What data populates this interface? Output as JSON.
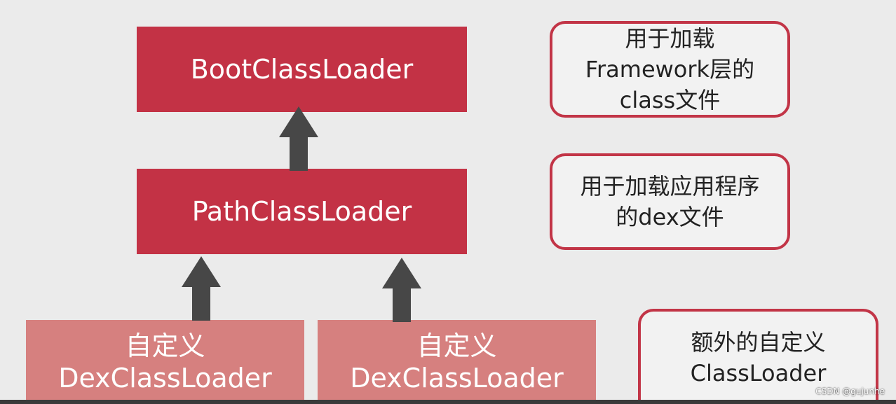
{
  "loaders": {
    "boot": "BootClassLoader",
    "path": "PathClassLoader",
    "dex1": {
      "line1": "自定义",
      "line2": "DexClassLoader"
    },
    "dex2": {
      "line1": "自定义",
      "line2": "DexClassLoader"
    }
  },
  "notes": {
    "boot": {
      "line1": "用于加载",
      "line2": "Framework层的",
      "line3": "class文件"
    },
    "path": {
      "line1": "用于加载应用程序",
      "line2": "的dex文件"
    },
    "custom": {
      "line1": "额外的自定义",
      "line2": "ClassLoader"
    }
  },
  "watermark": "CSDN @gujunhe",
  "colors": {
    "primary_box": "#c33245",
    "secondary_box": "#d6807f",
    "note_border": "#c23547",
    "arrow": "#474747"
  }
}
